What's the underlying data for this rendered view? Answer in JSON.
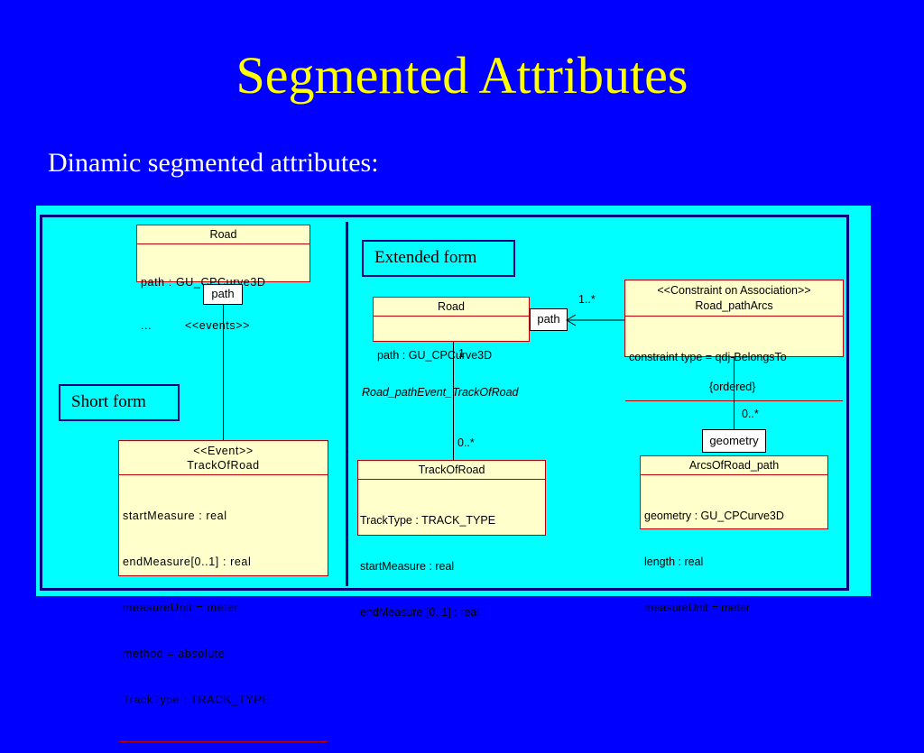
{
  "slide": {
    "title": "Segmented Attributes",
    "subtitle": "Dinamic segmented attributes:"
  },
  "short_form": {
    "label": "Short form",
    "road": {
      "name": "Road",
      "attributes": [
        "path : GU_CPCurve3D",
        "..."
      ]
    },
    "path_tag": "path",
    "stereotype_label": "<<events>>",
    "event": {
      "stereotype": "<<Event>>",
      "name": "TrackOfRoad",
      "attributes": [
        "startMeasure : real",
        "endMeasure[0..1] : real",
        "measureUnit = meter",
        "method = absolute",
        "TrackType : TRACK_TYPE"
      ]
    }
  },
  "extended_form": {
    "label": "Extended form",
    "road": {
      "name": "Road",
      "attributes": [
        "path : GU_CPCurve3D"
      ]
    },
    "path_tag": "path",
    "constraint": {
      "stereotype": "<<Constraint on Association>>",
      "name": "Road_pathArcs",
      "attributes": [
        "constraint type = qdj-BelongsTo"
      ]
    },
    "multiplicity_constraint": "1..*",
    "ordered_label": "{ordered}",
    "multiplicity_geometry": "0..*",
    "geometry_tag": "geometry",
    "arcs": {
      "name": "ArcsOfRoad_path",
      "attributes": [
        "geometry : GU_CPCurve3D",
        "length : real",
        "measureUnit = meter"
      ]
    },
    "multiplicity_road": "1",
    "association_label": "Road_pathEvent_TrackOfRoad",
    "multiplicity_track": "0..*",
    "track": {
      "name": "TrackOfRoad",
      "attributes": [
        "TrackType : TRACK_TYPE",
        "startMeasure : real",
        "endMeasure [0..1] : real"
      ]
    }
  },
  "colors": {
    "background": "#0000ff",
    "title": "#ffff00",
    "diagram_bg": "#00ffff",
    "class_fill": "#ffffcc",
    "class_border": "#c00000"
  }
}
